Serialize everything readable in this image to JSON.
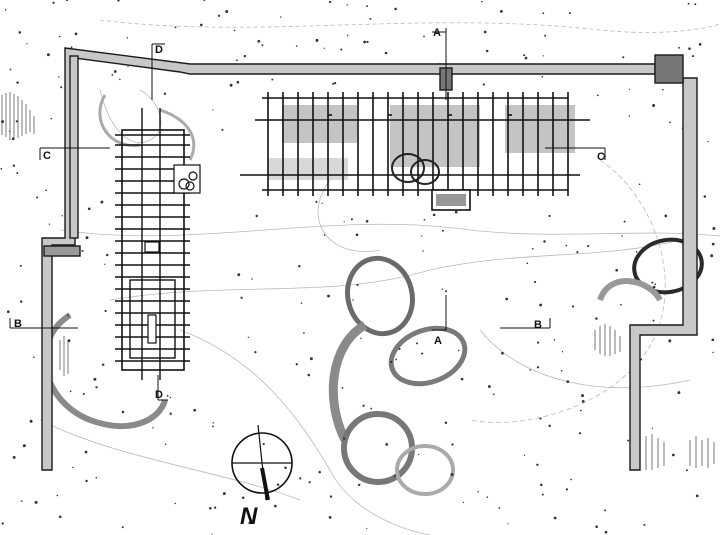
{
  "section_marks": {
    "a_top": "A",
    "a_mid": "A",
    "b_left": "B",
    "b_right": "B",
    "c_left": "C",
    "c_right": "C",
    "d_top": "D",
    "d_bottom": "D"
  },
  "north_label": "N",
  "colors": {
    "ink": "#1a1a1a",
    "wall_fill": "#bdbdbd",
    "tone": "#c4c4c4",
    "stroke_gray": "#6f6f6f",
    "dots": "#333333"
  }
}
